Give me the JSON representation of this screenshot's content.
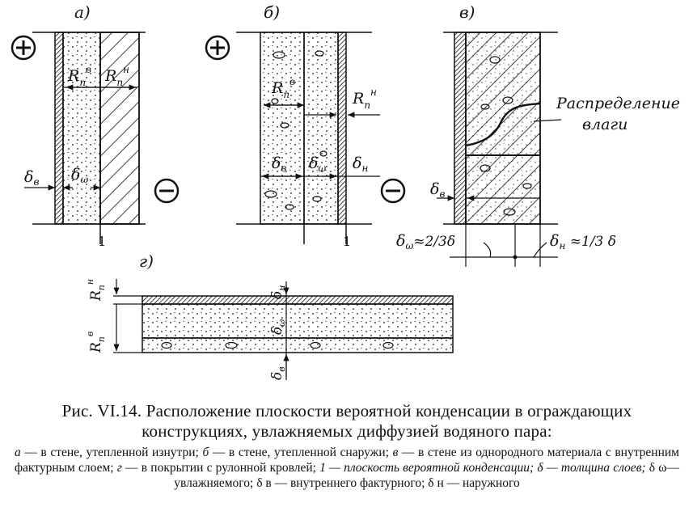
{
  "figure": {
    "panel_labels": {
      "a": "а)",
      "b": "б)",
      "v": "в)",
      "g": "г)"
    },
    "sign_plus": "+",
    "sign_minus": "−",
    "plane_marker": "1",
    "resistance": {
      "inner": "Rₙᵉ",
      "outer": "Rₙᴴ",
      "base": "R",
      "sub": "п",
      "sup_inner": "в",
      "sup_outer": "н"
    },
    "thickness": {
      "inner": "δв",
      "wet": "δω",
      "outer": "δн",
      "base": "δ",
      "sub_inner": "в",
      "sub_wet": "ω",
      "sub_outer": "н"
    },
    "moisture_label_line1": "Распределение",
    "moisture_label_line2": "влаги",
    "ratio_wet": "δω≈2/3δ",
    "ratio_outer": "δн ≈1/3 δ",
    "ratio_wet_tail": "≈2/3δ",
    "ratio_outer_tail": "≈1/3 δ"
  },
  "caption": {
    "title": "Рис. VI.14. Расположение плоскости вероятной конденсации в ограж­дающих конструкциях, увлажняемых диффузией водяного пара:",
    "items": [
      {
        "key": "а",
        "text": " — в стене, утепленной изнутри; "
      },
      {
        "key": "б",
        "text": " — в стене, утепленной снаружи; "
      },
      {
        "key": "в",
        "text": " — в стене из однородного материала с внутренним фактурным слоем; "
      },
      {
        "key": "г",
        "text": " — в покрытии с ру­лонной кровлей; "
      },
      {
        "key": "1",
        "text": " — плоскость вероятной конденсации; "
      },
      {
        "key": "δ",
        "text": " — толщина слоев; "
      },
      {
        "key": "δ ω",
        "text": "— увлажняемого; "
      },
      {
        "key": "δ в",
        "text": " — внутреннего фактурного; "
      },
      {
        "key": "δ н",
        "text": " — наружного"
      }
    ]
  }
}
